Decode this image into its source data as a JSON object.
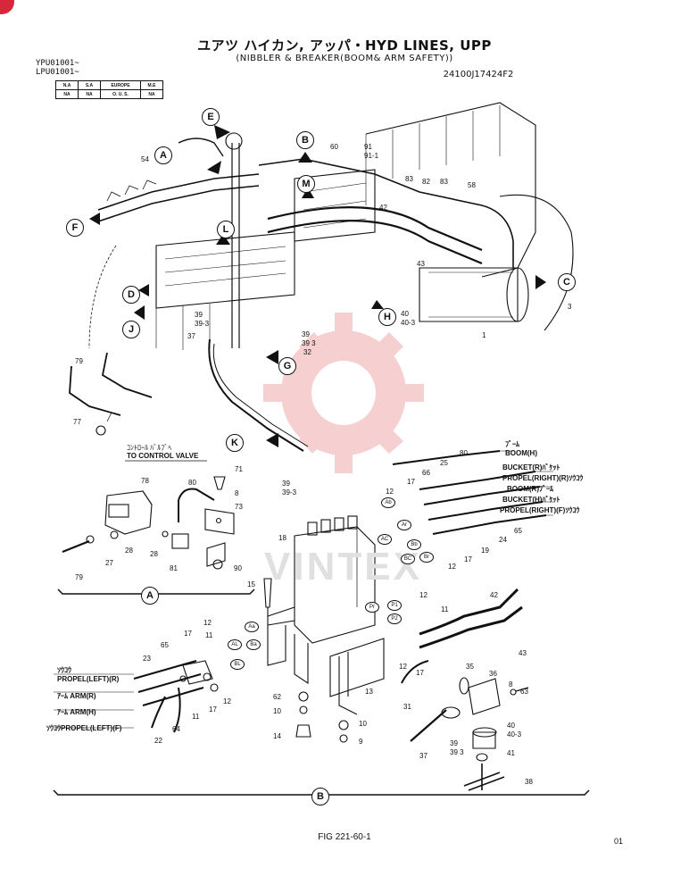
{
  "header": {
    "title": "ユアツ ハイカン, アッパ・HYD LINES, UPP",
    "subtitle": "(NIBBLER & BREAKER(BOOM& ARM SAFETY))",
    "part_no": "24100J17424F2",
    "serial_1": "YPU01001~",
    "serial_2": "LPU01001~"
  },
  "region_table": {
    "headers": [
      "N.A",
      "S.A",
      "EUROPE",
      "M.E"
    ],
    "values": [
      "NA",
      "NA",
      "O. U. S.",
      "NA"
    ]
  },
  "watermark": "VINTEX",
  "callouts": [
    "A",
    "B",
    "C",
    "D",
    "E",
    "F",
    "G",
    "H",
    "J",
    "K",
    "L",
    "M"
  ],
  "part_numbers": {
    "n54": "54",
    "n60": "60",
    "n91": "91",
    "n91_1": "91-1",
    "n83a": "83",
    "n82": "82",
    "n83b": "83",
    "n58": "58",
    "n42a": "42",
    "n43a": "43",
    "n3": "3",
    "n1": "1",
    "n40a": "40",
    "n40_3a": "40-3",
    "n39a": "39",
    "n39_3a": "39-3",
    "n37a": "37",
    "n39b": "39",
    "n39_3b": "39 3",
    "n32": "32",
    "n79a": "79",
    "n77": "77",
    "n39c": "39",
    "n39_3c": "39-3",
    "n71": "71",
    "n8a": "8",
    "n73": "73",
    "n78": "78",
    "n80a": "80",
    "n27": "27",
    "n28a": "28",
    "n28b": "28",
    "n81": "81",
    "n90": "90",
    "n79b": "79",
    "n18": "18",
    "n15": "15",
    "n80b": "80",
    "n25": "25",
    "n66": "66",
    "n12a": "12",
    "n17a": "17",
    "n24": "24",
    "n65a": "65",
    "n19": "19",
    "n17b": "17",
    "n12b": "12",
    "n42b": "42",
    "n43b": "43",
    "n12c": "12",
    "n11a": "11",
    "n35": "35",
    "n36": "36",
    "n8b": "8",
    "n63": "63",
    "n12d": "12",
    "n17c": "17",
    "n31": "31",
    "n13": "13",
    "n62": "62",
    "n10a": "10",
    "n14": "14",
    "n10b": "10",
    "n9": "9",
    "n40b": "40",
    "n40_3b": "40-3",
    "n39d": "39",
    "n39_3d": "39 3",
    "n41": "41",
    "n37b": "37",
    "n38": "38",
    "n12e": "12",
    "n65b": "65",
    "n17d": "17",
    "n23": "23",
    "n11b": "11",
    "n17e": "17",
    "n12f": "12",
    "n22": "22",
    "n64": "64",
    "n11c": "11"
  },
  "labels": {
    "control_jp": "ｺﾝﾄﾛｰﾙ ﾊﾞﾙﾌﾞﾍ",
    "control_en": "TO CONTROL VALVE",
    "boom_jp": "ﾌﾞｰﾑ",
    "boom_h": "BOOM(H)",
    "bucket_r": "BUCKET(R)ﾊﾞｹｯﾄ",
    "propel_right_r": "PROPEL(RIGHT)(R)ｿｳｺｳ",
    "boom_r": "BOOM(R)ﾌﾞｰﾑ",
    "bucket_h": "BUCKET(H)ﾊﾞｹｯﾄ",
    "propel_right_f": "PROPEL(RIGHT)(F)ｿｳｺｳ",
    "propel_left_jp": "ｿｳｺｳ",
    "propel_left_r": "PROPEL(LEFT)(R)",
    "arm_r": "ｱｰﾑ ARM(R)",
    "arm_h": "ｱｰﾑ ARM(H)",
    "propel_left_f": "ｿｳｺｳPROPEL(LEFT)(F)"
  },
  "ports": [
    "Ab",
    "Ar",
    "AC",
    "Bb",
    "BC",
    "Br",
    "P1",
    "P2",
    "Pr",
    "Aa",
    "AL",
    "Ba",
    "BL"
  ],
  "footer": {
    "figure": "FIG 221-60-1",
    "page": "01"
  }
}
